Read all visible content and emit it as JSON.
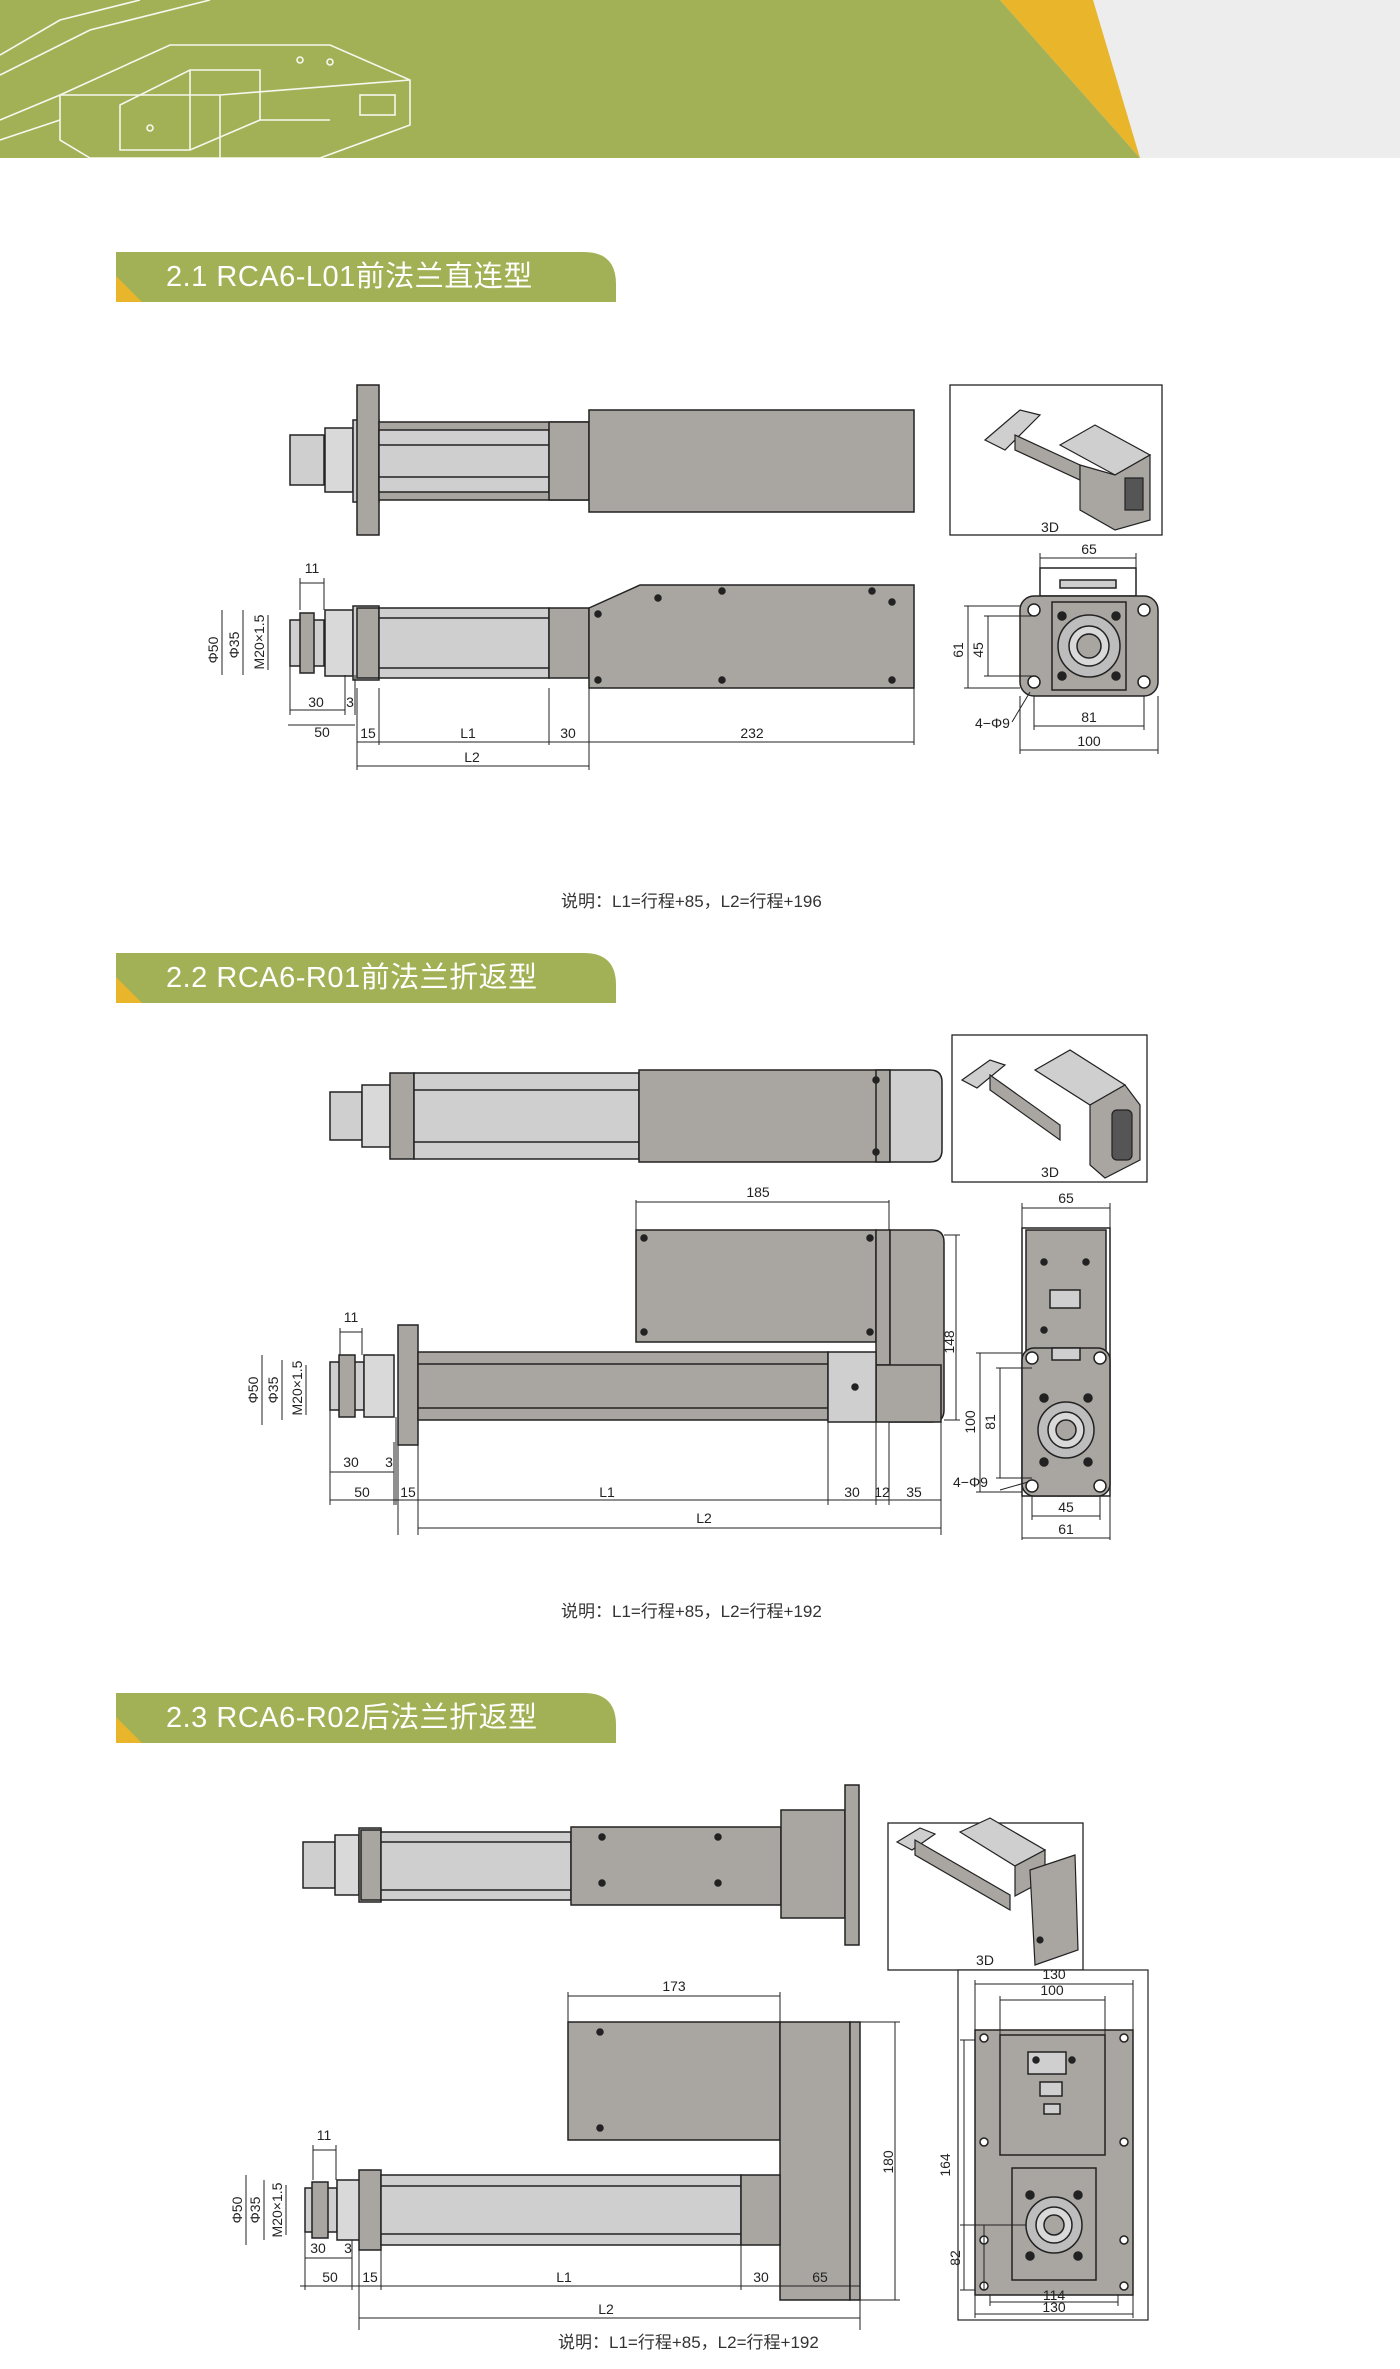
{
  "sections": [
    {
      "title": "2.1 RCA6-L01前法兰直连型",
      "note": "说明：L1=行程+85，L2=行程+196",
      "view_3d_label": "3D",
      "dims": {
        "d11": "11",
        "d50": "Φ50",
        "d35": "Φ35",
        "dM20": "M20×1.5",
        "d30a": "30",
        "d3": "3",
        "d50b": "50",
        "d15": "15",
        "dL1": "L1",
        "d30b": "30",
        "d232": "232",
        "dL2": "L2",
        "e65": "65",
        "e61": "61",
        "e45": "45",
        "e49": "4−Φ9",
        "e81": "81",
        "e100": "100"
      }
    },
    {
      "title": "2.2 RCA6-R01前法兰折返型",
      "note": "说明：L1=行程+85，L2=行程+192",
      "view_3d_label": "3D",
      "dims": {
        "d185": "185",
        "d148": "148",
        "d11": "11",
        "d50": "Φ50",
        "d35": "Φ35",
        "dM20": "M20×1.5",
        "d30a": "30",
        "d3": "3",
        "d50b": "50",
        "d15": "15",
        "dL1": "L1",
        "d30b": "30",
        "d12": "12",
        "d35b": "35",
        "dL2": "L2",
        "e65": "65",
        "e100": "100",
        "e81": "81",
        "e49": "4−Φ9",
        "e45": "45",
        "e61": "61"
      }
    },
    {
      "title": "2.3 RCA6-R02后法兰折返型",
      "note": "说明：L1=行程+85，L2=行程+192",
      "view_3d_label": "3D",
      "dims": {
        "d173": "173",
        "d180": "180",
        "d11": "11",
        "d50": "Φ50",
        "d35": "Φ35",
        "dM20": "M20×1.5",
        "d30a": "30",
        "d3": "3",
        "d50b": "50",
        "d15": "15",
        "dL1": "L1",
        "d30b": "30",
        "d65": "65",
        "dL2": "L2",
        "e130a": "130",
        "e100": "100",
        "e164": "164",
        "e82": "82",
        "e114": "114",
        "e130b": "130"
      }
    }
  ],
  "colors": {
    "banner_green": "#a3b156",
    "accent_yellow": "#e8b52b",
    "banner_gray": "#ededed",
    "body_gray": "#a9a6a2",
    "line_dark": "#222222"
  }
}
